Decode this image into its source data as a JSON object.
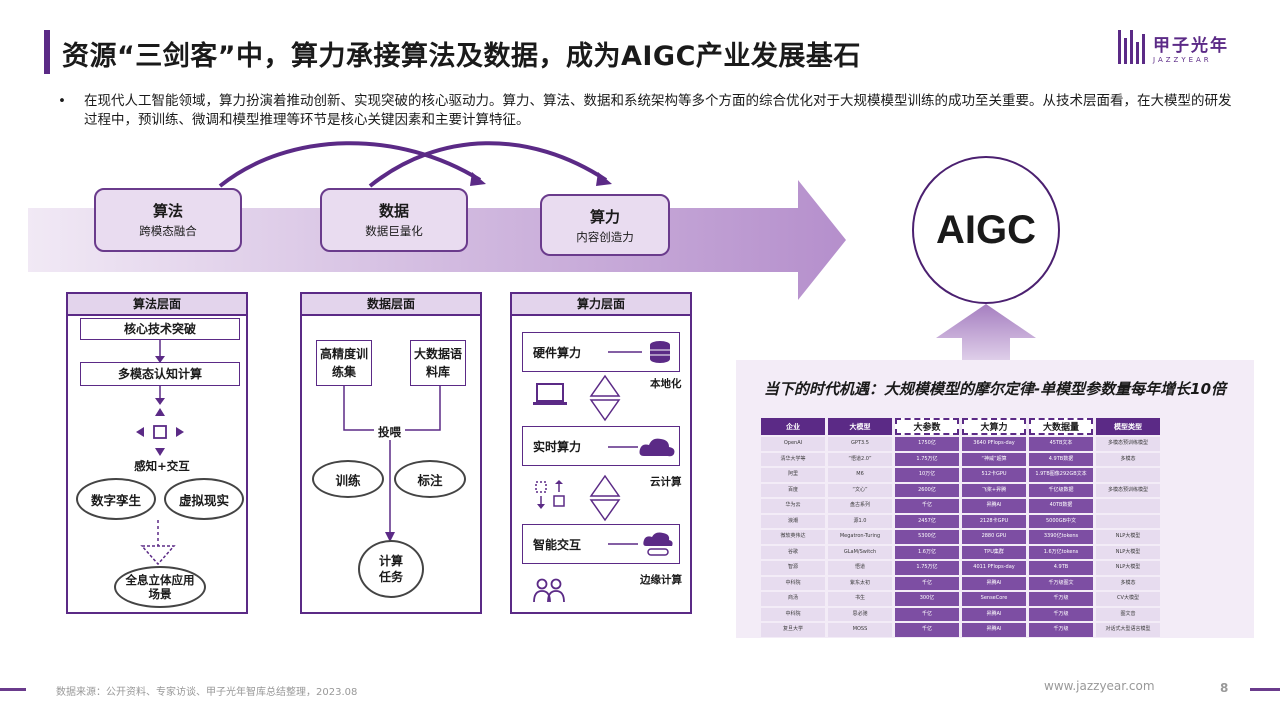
{
  "title": "资源“三剑客”中，算力承接算法及数据，成为AIGC产业发展基石",
  "logo": {
    "cn": "甲子光年",
    "en": "JAZZYEAR"
  },
  "intro": {
    "bullet": "•",
    "text": "在现代人工智能领域，算力扮演着推动创新、实现突破的核心驱动力。算力、算法、数据和系统架构等多个方面的综合优化对于大规模模型训练的成功至关重要。从技术层面看，在大模型的研发过程中，预训练、微调和模型推理等环节是核心关键因素和主要计算特征。"
  },
  "flow": {
    "algo": {
      "title": "算法",
      "sub": "跨模态融合"
    },
    "data": {
      "title": "数据",
      "sub": "数据巨量化"
    },
    "compute": {
      "title": "算力",
      "sub": "内容创造力"
    },
    "target": "AIGC"
  },
  "algo_panel": {
    "head": "算法层面",
    "core": "核心技术突破",
    "multi": "多模态认知计算",
    "perceive": "感知+交互",
    "twin": "数字孪生",
    "vr": "虚拟现实",
    "scene": "全息立体应用场景"
  },
  "data_panel": {
    "head": "数据层面",
    "hq": "高精度训练集",
    "big": "大数据语料库",
    "feed": "投喂",
    "train": "训练",
    "label": "标注",
    "compute_task": "计算任务"
  },
  "compute_panel": {
    "head": "算力层面",
    "hw": "硬件算力",
    "local": "本地化",
    "rt": "实时算力",
    "cloud": "云计算",
    "smart": "智能交互",
    "edge": "边缘计算"
  },
  "table_section": {
    "title": "当下的时代机遇：大规模模型的摩尔定律-单模型参数量每年增长10倍",
    "headers": [
      "企业",
      "大模型",
      "大参数",
      "大算力",
      "大数据量",
      "模型类型"
    ],
    "rows": [
      [
        "OpenAI",
        "GPT3.5",
        "1750亿",
        "3640 PFlops-day",
        "45TB文本",
        "多模态预训练模型"
      ],
      [
        "清华大学等",
        "“悟道2.0”",
        "1.75万亿",
        "“神威”超算",
        "4.9TB数据",
        "多模态"
      ],
      [
        "阿里",
        "M6",
        "10万亿",
        "512卡GPU",
        "1.9TB图像292GB文本",
        ""
      ],
      [
        "百度",
        "“文心”",
        "2600亿",
        "飞桨+昇腾",
        "千亿级数据",
        "多模态预训练模型"
      ],
      [
        "华为云",
        "盘古系列",
        "千亿",
        "昇腾AI",
        "40TB数据",
        ""
      ],
      [
        "浪潮",
        "源1.0",
        "2457亿",
        "2128卡GPU",
        "5000GB中文",
        ""
      ],
      [
        "微软英伟达",
        "Megatron-Turing",
        "5300亿",
        "2880 GPU",
        "3390亿tokens",
        "NLP大模型"
      ],
      [
        "谷歌",
        "GLaM/Switch",
        "1.6万亿",
        "TPU集群",
        "1.6万亿tokens",
        "NLP大模型"
      ],
      [
        "智源",
        "悟道",
        "1.75万亿",
        "4011 PFlops-day",
        "4.9TB",
        "NLP大模型"
      ],
      [
        "中科院",
        "紫东太初",
        "千亿",
        "昇腾AI",
        "千万级图文",
        "多模态"
      ],
      [
        "商汤",
        "书生",
        "300亿",
        "SenseCore",
        "千万级",
        "CV大模型"
      ],
      [
        "中科院",
        "思必驰",
        "千亿",
        "昇腾AI",
        "千万级",
        "图文音"
      ],
      [
        "复旦大学",
        "MOSS",
        "千亿",
        "昇腾AI",
        "千万级",
        "对话式大型语言模型"
      ]
    ]
  },
  "footer": {
    "source": "数据来源：公开资料、专家访谈、甲子光年智库总结整理，2023.08",
    "site": "www.jazzyear.com",
    "page": "8"
  },
  "colors": {
    "brand": "#5b2a86",
    "light": "#e9dcf0"
  },
  "icons": [
    "database-icon",
    "laptop-icon",
    "cloud-icon",
    "hand-cloud-icon",
    "users-icon",
    "bidirectional-arrow-icon",
    "grid-flow-icon"
  ]
}
